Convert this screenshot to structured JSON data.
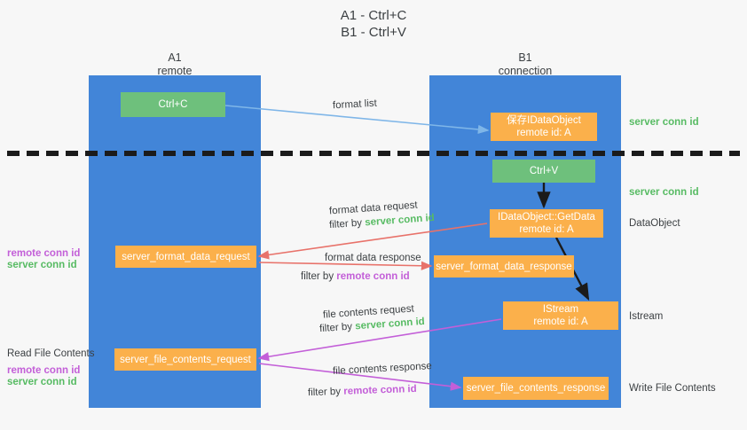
{
  "title": {
    "line1": "A1 - Ctrl+C",
    "line2": "B1 - Ctrl+V"
  },
  "lanes": [
    {
      "id": "a1",
      "name": "A1",
      "role": "remote",
      "color": "#4285d8"
    },
    {
      "id": "b1",
      "name": "B1",
      "role": "connection",
      "color": "#4285d8"
    }
  ],
  "colors": {
    "lane": "#4285d8",
    "green_node": "#6ec07c",
    "orange_node": "#fbb04b",
    "server_conn_id": "#57bb63",
    "remote_conn_id": "#c35fd8",
    "format_list_arrow": "#7fb6e8",
    "format_data_arrow": "#e8726a",
    "file_contents_arrow": "#c35fd8",
    "internal_arrow": "#1b1b1b",
    "background": "#f7f7f7"
  },
  "nodes": {
    "ctrl_c": {
      "label": "Ctrl+C",
      "style": "green"
    },
    "idataobject": {
      "label": "保存IDataObject",
      "sub": "remote id: A",
      "style": "orange"
    },
    "ctrl_v": {
      "label": "Ctrl+V",
      "style": "green"
    },
    "getdata": {
      "label": "IDataObject::GetData",
      "sub": "remote id: A",
      "style": "orange"
    },
    "istream": {
      "label": "IStream",
      "sub": "remote id: A",
      "style": "orange"
    },
    "format_data_request": {
      "label": "server_format_data_request",
      "style": "orange"
    },
    "format_data_response": {
      "label": "server_format_data_response",
      "style": "orange"
    },
    "file_contents_request": {
      "label": "server_file_contents_request",
      "style": "orange"
    },
    "file_contents_response": {
      "label": "server_file_contents_response",
      "style": "orange"
    }
  },
  "edge_labels": {
    "format_list": "format list",
    "format_data_request": "format data request",
    "format_data_request_filter_prefix": "filter by ",
    "format_data_request_filter_key": "server conn id",
    "format_data_response": "format data response",
    "format_data_response_filter_prefix": "filter by ",
    "format_data_response_filter_key": "remote conn id",
    "file_contents_request": "file contents request",
    "file_contents_request_filter_prefix": "filter by ",
    "file_contents_request_filter_key": "server conn id",
    "file_contents_response": "file contents response",
    "file_contents_response_filter_prefix": "filter by ",
    "file_contents_response_filter_key": "remote conn id"
  },
  "left_annotations": {
    "remote_conn_id": "remote conn id",
    "server_conn_id": "server conn id",
    "read_file_contents": "Read File Contents",
    "remote_conn_id_2": "remote conn id",
    "server_conn_id_2": "server conn id"
  },
  "right_annotations": {
    "server_conn_id_top": "server conn id",
    "server_conn_id_mid": "server conn id",
    "dataobject": "DataObject",
    "istream": "Istream",
    "write_file_contents": "Write File Contents"
  }
}
